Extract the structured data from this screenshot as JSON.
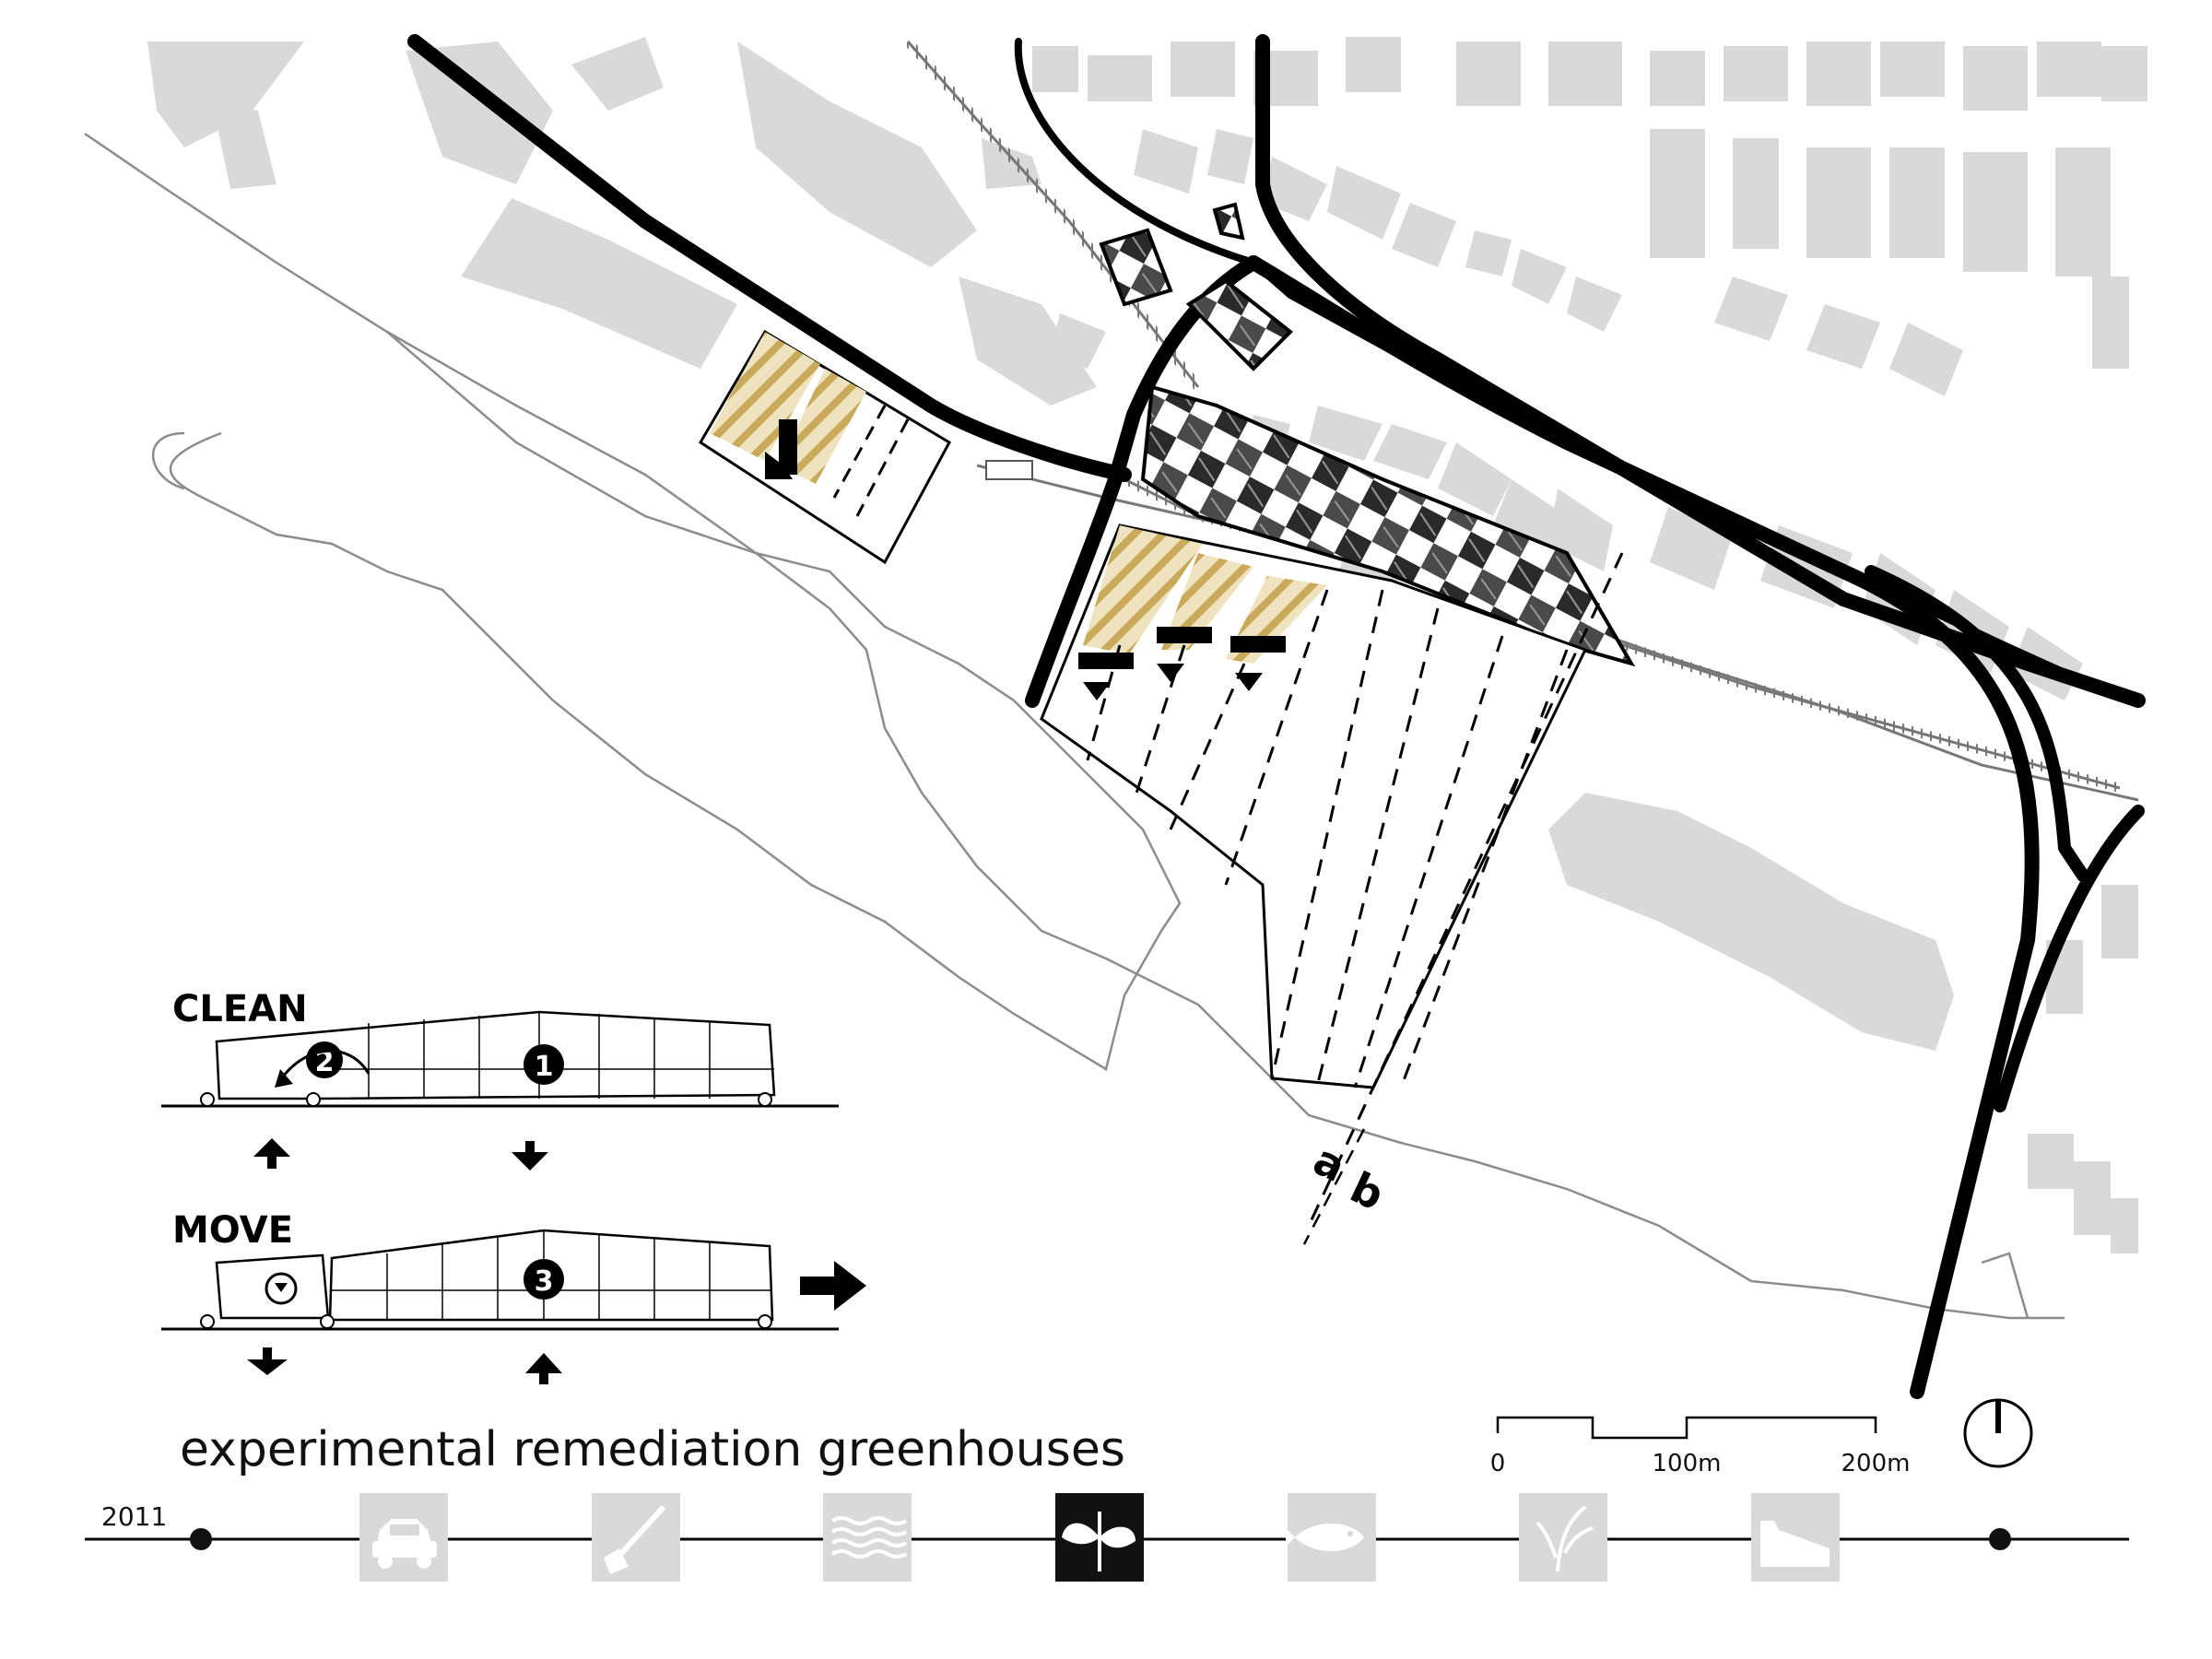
{
  "title": "experimental remediation greenhouses",
  "year": "2011",
  "section_marks": {
    "a": "a",
    "b": "b"
  },
  "diagrams": {
    "clean": {
      "label": "CLEAN",
      "step_a": "2",
      "step_b": "1"
    },
    "move": {
      "label": "MOVE",
      "step": "3"
    }
  },
  "scale_bar": {
    "zero": "0",
    "mid": "100m",
    "end": "200m"
  },
  "timeline": {
    "icons": [
      "car-icon",
      "shovel-icon",
      "water-waves-icon",
      "plant-sprout-icon",
      "fish-icon",
      "grass-icon",
      "building-icon"
    ],
    "active_index": 3
  },
  "colors": {
    "road": "#000000",
    "building": "#d9d9d9",
    "shoreline": "#8c8c8c",
    "hatch": "#c9a95a",
    "timeline_inactive": "#d9d9d9",
    "timeline_active": "#111111"
  }
}
